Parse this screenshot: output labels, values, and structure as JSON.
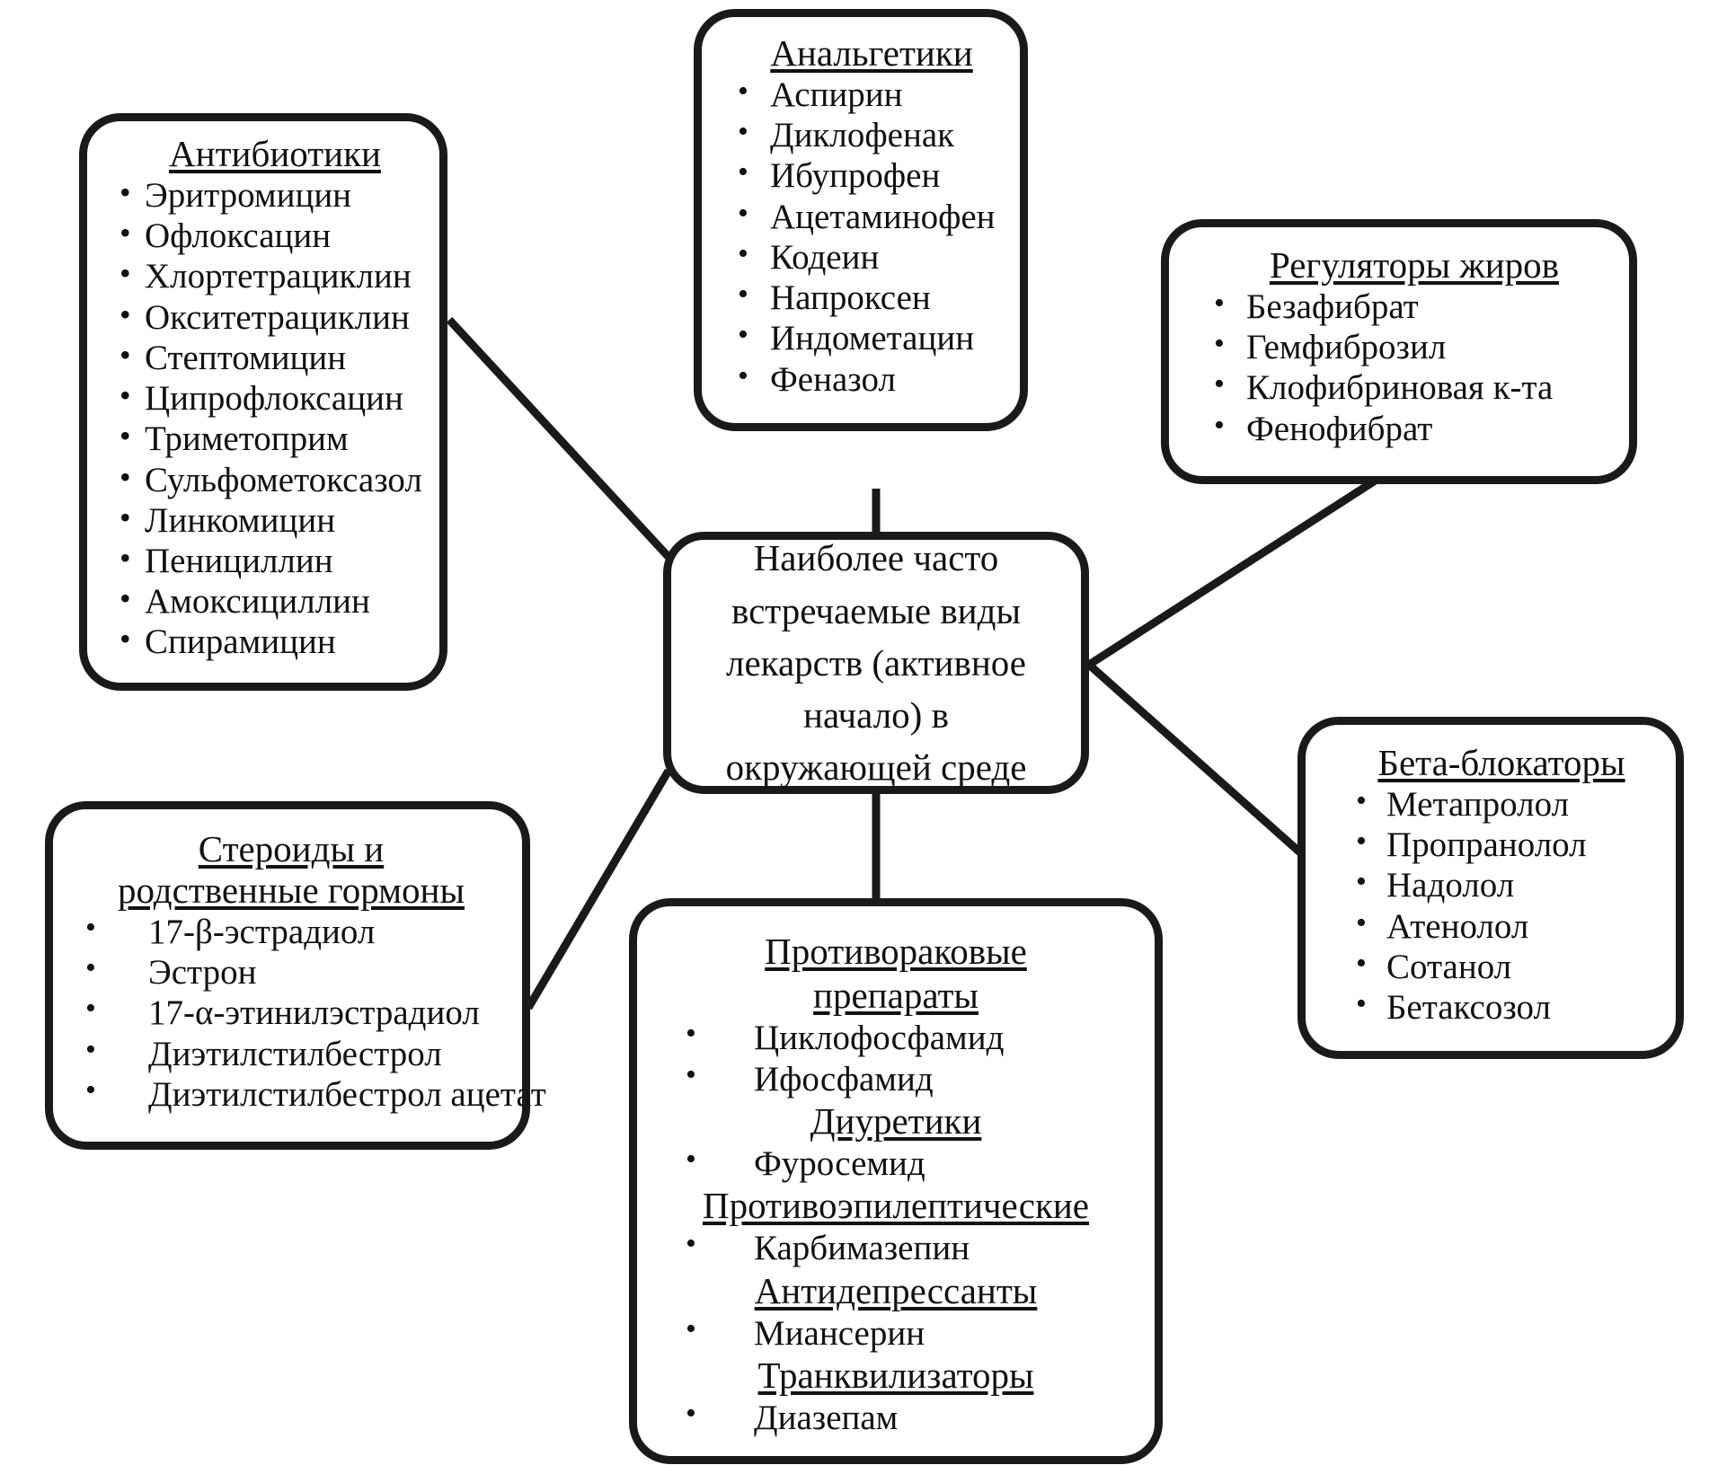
{
  "diagram": {
    "title_node": {
      "id": "center",
      "text": "Наиболее часто встречаемые виды лекарств (активное начало) в окружающей среде"
    },
    "nodes": [
      {
        "id": "antibiotics",
        "title": "Антибиотики",
        "items": [
          "Эритромицин",
          "Офлоксацин",
          "Хлортетрациклин",
          "Окситетрациклин",
          "Стептомицин",
          "Ципрофлоксацин",
          "Триметоприм",
          "Сульфометоксазол",
          "Линкомицин",
          "Пенициллин",
          "Амоксициллин",
          "Спирамицин"
        ]
      },
      {
        "id": "analgesics",
        "title": "Анальгетики",
        "items": [
          "Аспирин",
          "Диклофенак",
          "Ибупрофен",
          "Ацетаминофен",
          "Кодеин",
          "Напроксен",
          "Индометацин",
          "Феназол"
        ]
      },
      {
        "id": "lipid_regulators",
        "title": "Регуляторы жиров",
        "items": [
          "Безафибрат",
          "Гемфиброзил",
          "Клофибриновая к-та",
          "Фенофибрат"
        ]
      },
      {
        "id": "beta_blockers",
        "title": "Бета-блокаторы",
        "items": [
          "Метапролол",
          "Пропранолол",
          "Надолол",
          "Атенолол",
          "Сотанол",
          "Бетаксозол"
        ]
      },
      {
        "id": "steroids",
        "title_line1": "Стероиды и",
        "title_line2": "родственные гормоны",
        "items": [
          "17-β-эстрадиол",
          "Эстрон",
          "17-α-этинилэстрадиол",
          "Диэтилстилбестрол",
          "Диэтилстилбестрол ацетат"
        ]
      },
      {
        "id": "bottom_multi",
        "groups": [
          {
            "title_line1": "Противораковые",
            "title_line2": "препараты",
            "items": [
              "Циклофосфамид",
              "Ифосфамид"
            ]
          },
          {
            "title_line1": "Диуретики",
            "items": [
              "Фуросемид"
            ]
          },
          {
            "title_line1": "Противоэпилептические",
            "items": [
              "Карбимазепин"
            ]
          },
          {
            "title_line1": "Антидепрессанты",
            "items": [
              "Миансерин"
            ]
          },
          {
            "title_line1": "Транквилизаторы",
            "items": [
              "Диазепам"
            ]
          }
        ]
      }
    ],
    "colors": {
      "stroke": "#1a1a1a",
      "background": "#ffffff",
      "text": "#111111"
    }
  }
}
